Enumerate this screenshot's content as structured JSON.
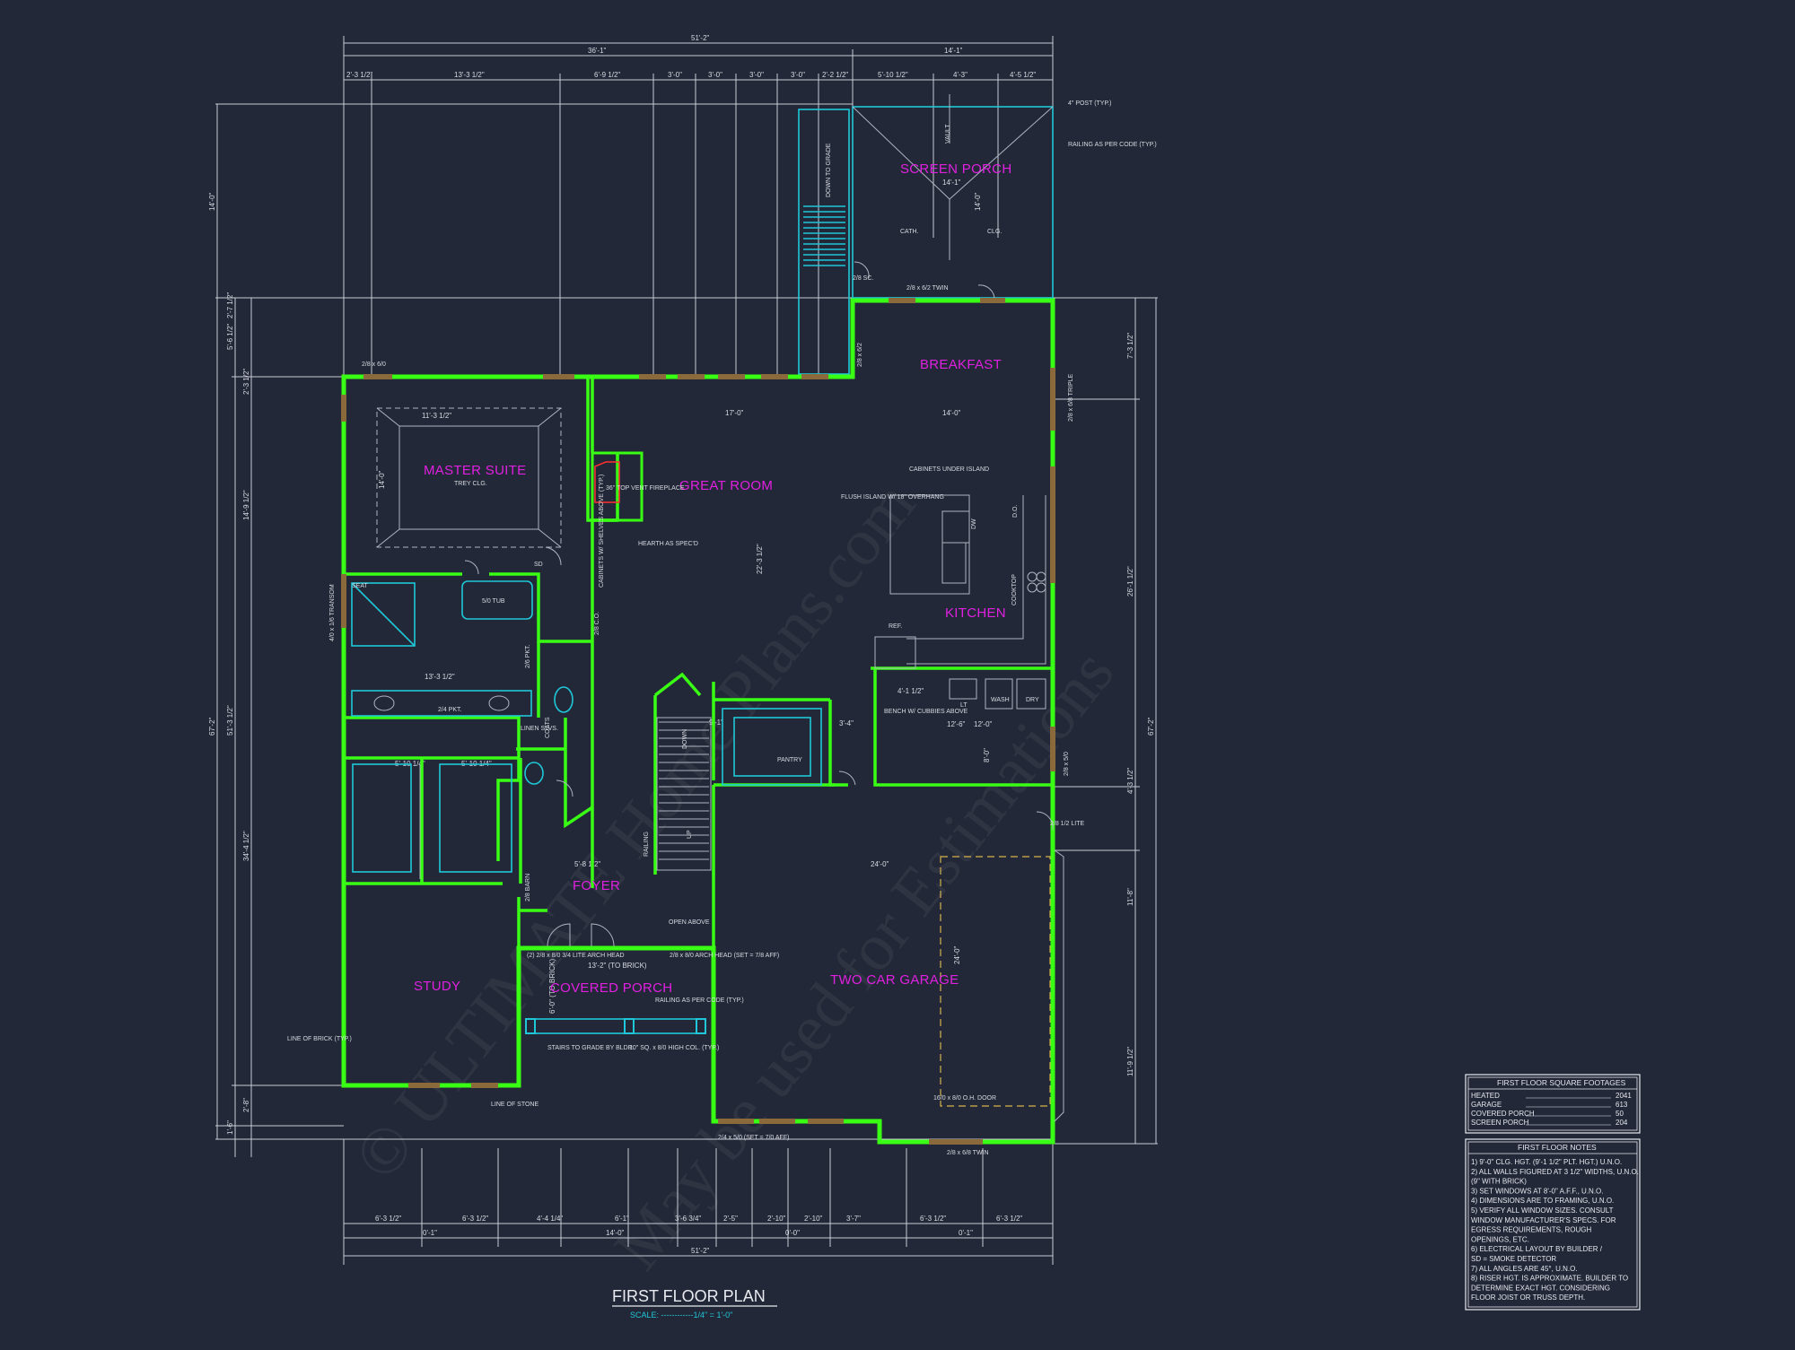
{
  "title": {
    "main": "FIRST FLOOR PLAN",
    "scale": "SCALE: ------------1/4\" = 1'-0\""
  },
  "watermark": {
    "line1": "© ULTIMATE Home Plans.com",
    "line2": "May be used for Estimations"
  },
  "colors": {
    "background": "#232838",
    "walls": "#39ff14",
    "room_labels": "#e020e0",
    "porch": "#1ec8d8",
    "lines": "#c8ccd4"
  },
  "rooms": {
    "screen_porch": "SCREEN PORCH",
    "breakfast": "BREAKFAST",
    "master_suite": "MASTER SUITE",
    "master_sub": "TREY CLG.",
    "great_room": "GREAT ROOM",
    "kitchen": "KITCHEN",
    "foyer": "FOYER",
    "study": "STUDY",
    "covered_porch": "COVERED PORCH",
    "garage": "TWO CAR GARAGE",
    "pantry": "PANTRY"
  },
  "dimensions": {
    "overall_width": "51'-2\"",
    "top_left": "36'-1\"",
    "top_right": "14'-1\"",
    "top_segments": [
      "2'-3 1/2\"",
      "13'-3 1/2\"",
      "6'-9 1/2\"",
      "3'-0\"",
      "3'-0\"",
      "3'-0\"",
      "3'-0\"",
      "2'-2 1/2\"",
      "5'-10 1/2\"",
      "4'-3\"",
      "4'-5 1/2\""
    ],
    "bottom_segments": [
      "6'-3 1/2\"",
      "6'-3 1/2\"",
      "4'-4 1/4\"",
      "6'-1\"",
      "3'-6 3/4\"",
      "2'-5\"",
      "2'-10\"",
      "2'-10\"",
      "3'-7\"",
      "6'-3 1/2\"",
      "6'-3 1/2\""
    ],
    "bottom_mid": [
      "0'-1\"",
      "14'-0\"",
      "0'-0\"",
      "0'-1\""
    ],
    "left_overall": "67'-2\"",
    "left_segments": [
      "14'-0\"",
      "5'-6 1/2\"",
      "2'-7 1/2\"",
      "2'-3 1/2\"",
      "14'-9 1/2\"",
      "34'-4 1/2\"",
      "51'-3 1/2\"",
      "2'-8\"",
      "1'-6\""
    ],
    "right_overall": "67'-2\"",
    "right_segments": [
      "7'-3 1/2\"",
      "26'-1 1/2\"",
      "4'-3 1/2\"",
      "11'-8\"",
      "11'-9 1/2\""
    ],
    "interior": [
      "11'-3 1/2\"",
      "14'-0\"",
      "17'-0\"",
      "14'-0\"",
      "14'-1\"",
      "14'-0\"",
      "22'-3 1/2\"",
      "24'-0\"",
      "24'-0\"",
      "12'-0\"",
      "5'-10 1/4\"",
      "5'-10 1/4\"",
      "12'-6\"",
      "8'-0\"",
      "5'-8 1/2\"",
      "13'-2\" (TO BRICK)",
      "6'-0\" (TO BRICK)",
      "13'-3 1/2\"",
      "9'-1\"",
      "3'-4\"",
      "4'-1 1/2\""
    ]
  },
  "annotations": [
    "4\" POST (TYP.)",
    "RAILING AS PER CODE (TYP.)",
    "DOWN TO GRADE",
    "VAULT",
    "CATH.",
    "CLG.",
    "2/8 SC.",
    "2/8 x 6/2 TWIN",
    "2/8 x 6/2",
    "36\" TOP VENT FIREPLACE",
    "HEARTH AS SPEC'D",
    "CABINETS W/ SHELVES ABOVE (TYP.)",
    "FLUSH ISLAND W/ 18\" OVERHANG",
    "CABINETS UNDER ISLAND",
    "DW",
    "COOKTOP",
    "D.O.",
    "REF.",
    "LT",
    "WASH",
    "DRY",
    "BENCH W/ CUBBIES ABOVE",
    "5/0 TUB",
    "SEAT",
    "LINEN SLVS.",
    "COATS",
    "2/6 PKT.",
    "2/4 PKT.",
    "2/8 C.O.",
    "SD",
    "DOWN",
    "UP",
    "RAILING",
    "OPEN ABOVE",
    "2/8 BARN",
    "(2) 2/8 x 8/0 3/4 LITE ARCH HEAD",
    "2/8 x 8/0 ARCH HEAD (SET = 7/8 AFF)",
    "RAILING AS PER CODE (TYP.)",
    "STAIRS TO GRADE BY BLDR.",
    "10\" SQ. x 8/0 HIGH COL. (TYP.)",
    "LINE OF BRICK (TYP.)",
    "LINE OF STONE",
    "16/0 x 8/0 O.H. DOOR",
    "2/8 x 6/8 TWIN",
    "2/4 x 5/0 (SET = 7/0 AFF)",
    "2/8 x 6/8 TRIPLE",
    "2/8 x 5/0",
    "2/8 1/2 LITE",
    "4/0 x 1/6 TRANSOM",
    "2/8 x 6/0"
  ],
  "sqft_table": {
    "title": "FIRST FLOOR SQUARE FOOTAGES",
    "rows": [
      {
        "label": "HEATED",
        "value": "2041"
      },
      {
        "label": "GARAGE",
        "value": "613"
      },
      {
        "label": "COVERED PORCH",
        "value": "50"
      },
      {
        "label": "SCREEN PORCH",
        "value": "204"
      }
    ]
  },
  "notes": {
    "title": "FIRST FLOOR NOTES",
    "items": [
      "1) 9'-0\" CLG. HGT. (9'-1 1/2\" PLT. HGT.) U.N.O.",
      "2) ALL WALLS FIGURED AT 3 1/2\" WIDTHS, U.N.O.",
      "   (9\" WITH BRICK)",
      "3) SET WINDOWS AT 8'-0\" A.F.F., U.N.O.",
      "4) DIMENSIONS ARE TO FRAMING, U.N.O.",
      "5) VERIFY ALL WINDOW SIZES. CONSULT",
      "   WINDOW MANUFACTURER'S SPECS. FOR",
      "   EGRESS REQUIREMENTS, ROUGH",
      "   OPENINGS, ETC.",
      "6) ELECTRICAL LAYOUT BY BUILDER /",
      "   SD = SMOKE DETECTOR",
      "7) ALL ANGLES ARE 45°, U.N.O.",
      "8) RISER HGT. IS APPROXIMATE. BUILDER TO",
      "   DETERMINE EXACT HGT. CONSIDERING",
      "   FLOOR JOIST OR TRUSS DEPTH."
    ]
  }
}
